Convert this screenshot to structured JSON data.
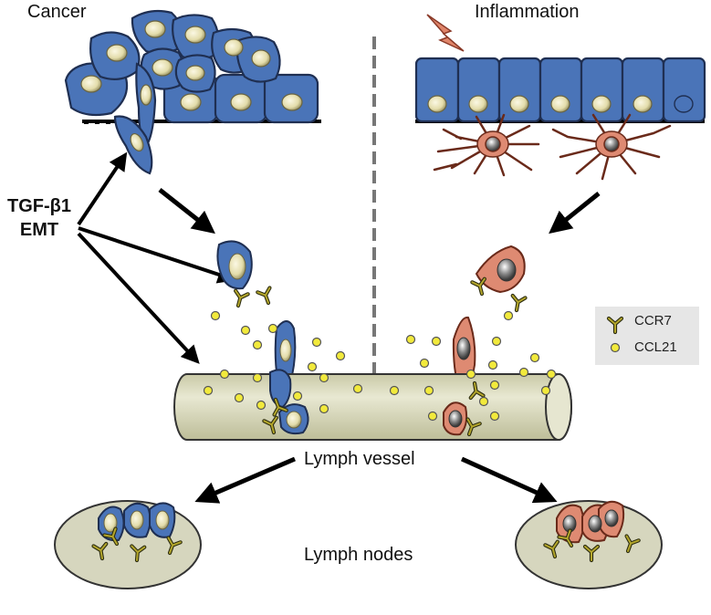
{
  "labels": {
    "cancer": "Cancer",
    "inflammation": "Inflammation",
    "tgf_line1": "TGF-β1",
    "tgf_line2": "EMT",
    "lymph_vessel": "Lymph vessel",
    "lymph_nodes": "Lymph nodes"
  },
  "legend": {
    "ccr7": "CCR7",
    "ccl21": "CCL21"
  },
  "colors": {
    "cancer_cell": "#4a74b8",
    "dendritic_cell": "#de8a72",
    "nucleus": "#e8e2b4",
    "ccr7_receptor": "#8c8a1e",
    "ccl21_dot": "#f2ea3c",
    "vessel": "#dcdcc0",
    "node": "#d6d6be"
  },
  "icons": [
    "lightning-icon",
    "ccr7-receptor-icon",
    "ccl21-dot-icon"
  ]
}
